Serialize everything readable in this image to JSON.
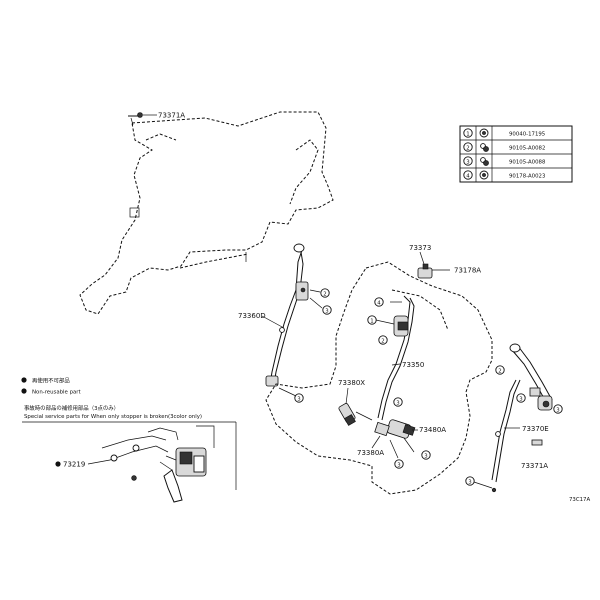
{
  "labels": {
    "p73371A_top": "73371A",
    "p73373": "73373",
    "p73178A": "73178A",
    "p73360D": "73360D",
    "p73350": "73350",
    "p73380X": "73380X",
    "p73480A": "73480A",
    "p73380A": "73380A",
    "p73370E": "73370E",
    "p73371A_bot": "73371A",
    "p73219": "73219",
    "figure_code": "73C17A"
  },
  "callouts": {
    "n1": "1",
    "n2": "2",
    "n3": "3",
    "n4": "4"
  },
  "fastener_table": [
    {
      "num": "1",
      "part": "90040-17195"
    },
    {
      "num": "2",
      "part": "90105-A0082"
    },
    {
      "num": "3",
      "part": "90105-A0088"
    },
    {
      "num": "4",
      "part": "90178-A0023"
    }
  ],
  "notes": {
    "nonreusable_jp": "再使用不可部品",
    "nonreusable_en": "Non-reusable part",
    "special_jp": "事故時の部品の補修用部品（3点のみ）",
    "special_en": "Special service parts for When only stopper is broken(3color only)"
  }
}
